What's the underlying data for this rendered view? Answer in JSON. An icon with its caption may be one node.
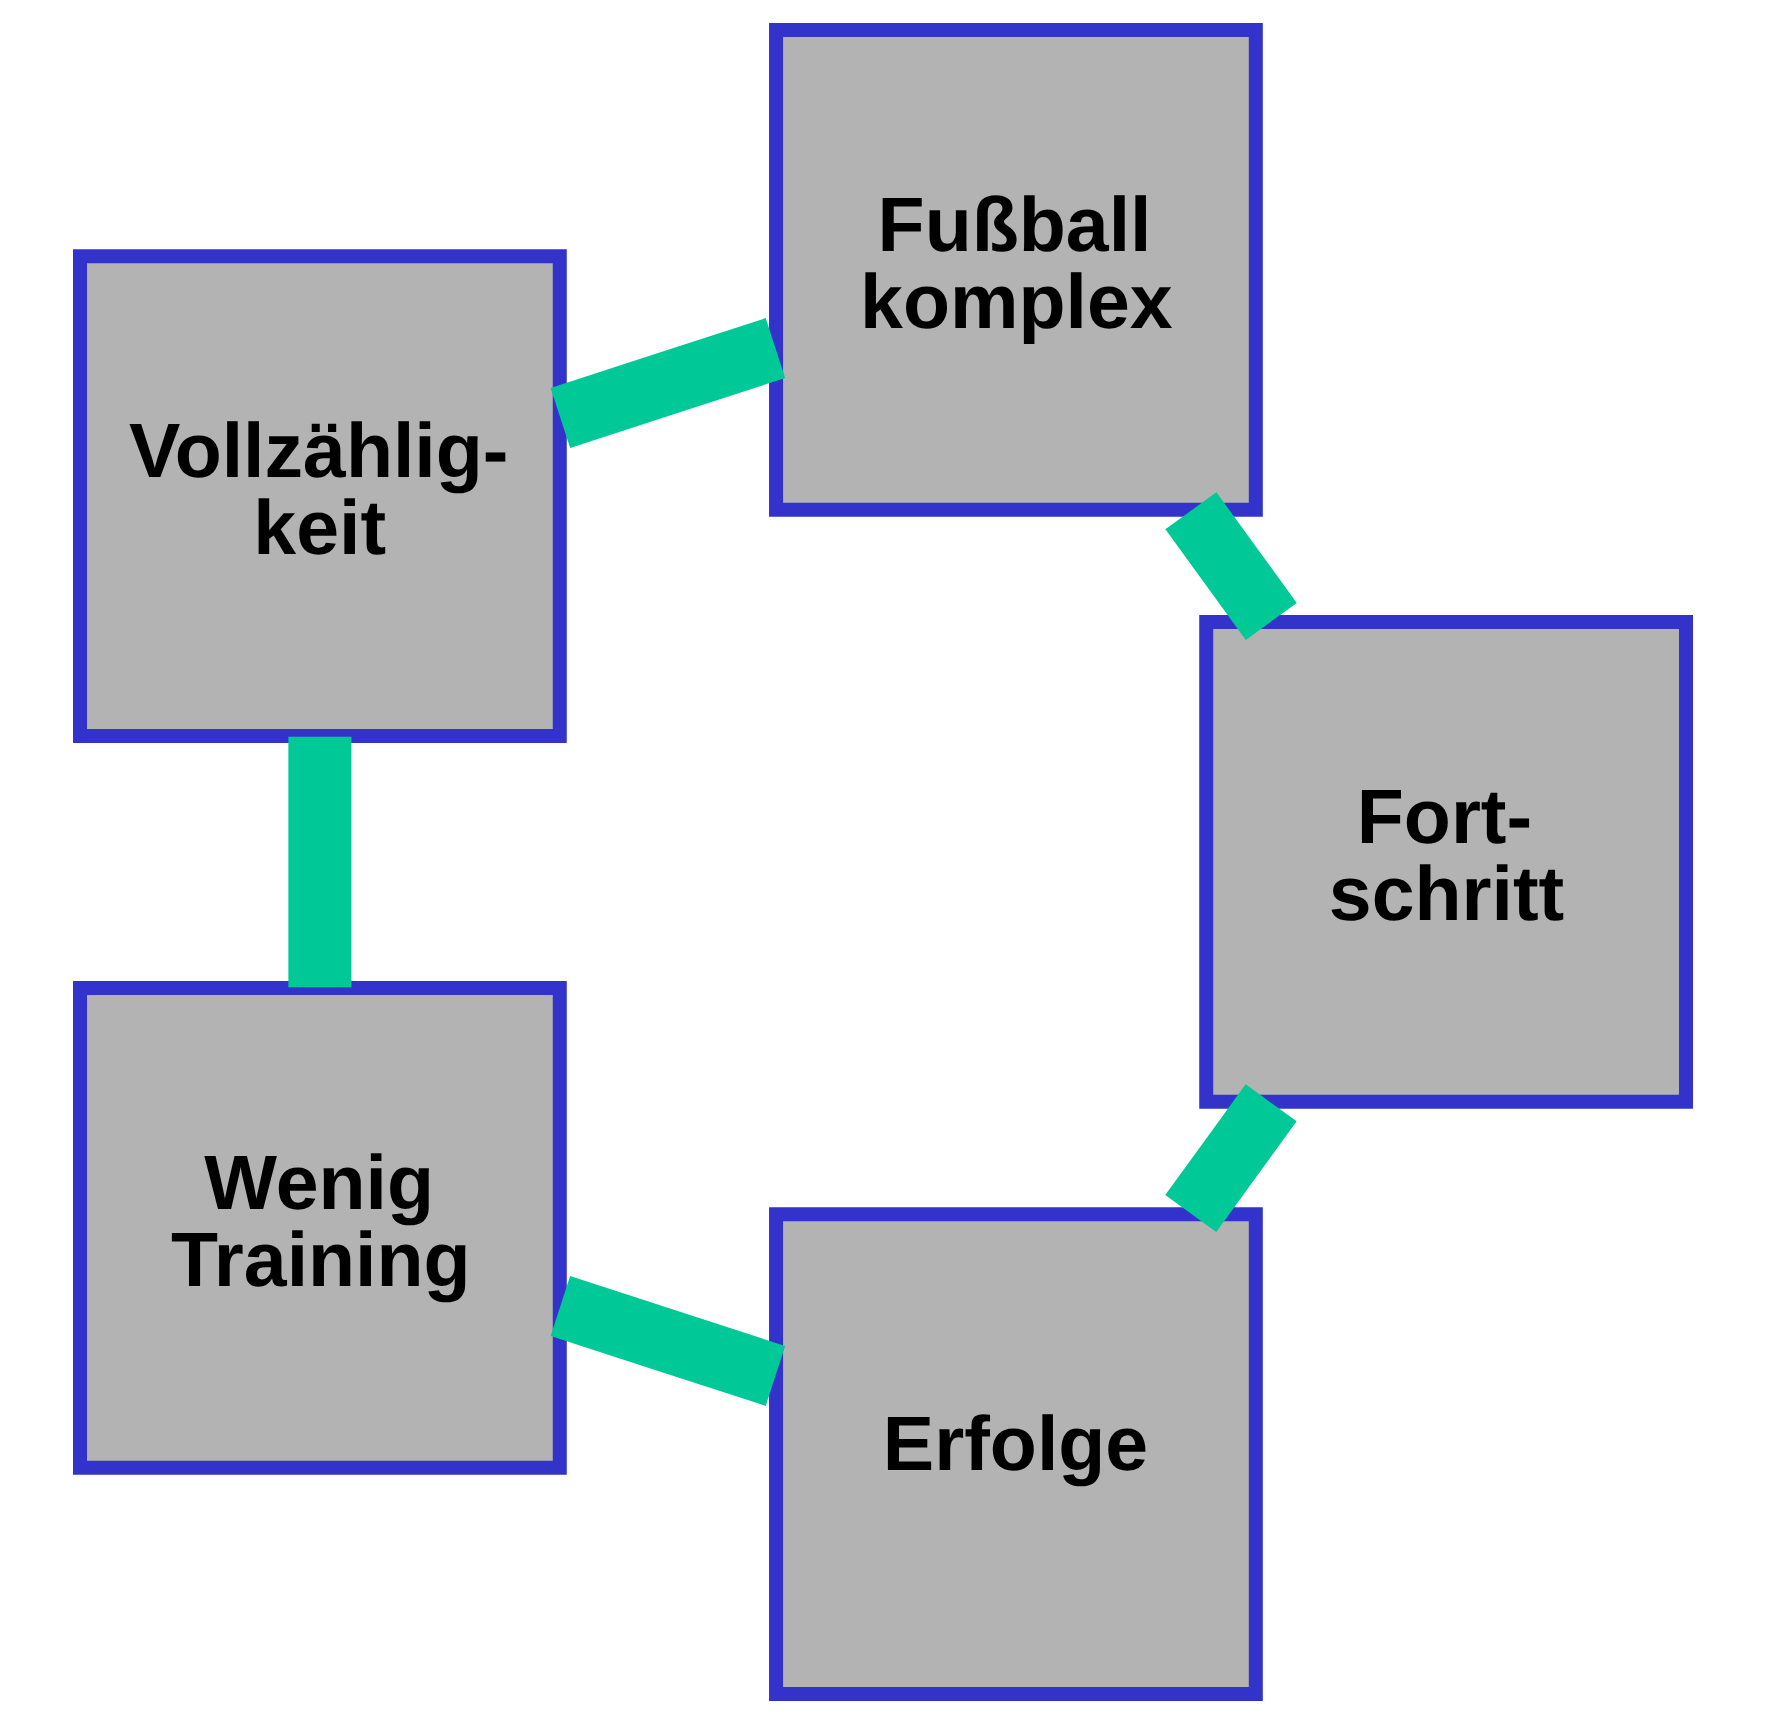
{
  "diagram": {
    "nodes": [
      {
        "text": [
          "Erfolge"
        ]
      },
      {
        "text": [
          "Wenig Training"
        ]
      },
      {
        "text": [
          "Vollzählig- keit"
        ]
      },
      {
        "text": [
          "Fußball komplex"
        ]
      },
      {
        "text": [
          "Fort- schritt"
        ]
      }
    ],
    "edges": [
      {
        "from": 0,
        "to": 1,
        "arrow": "none"
      },
      {
        "from": 1,
        "to": 2,
        "arrow": "none"
      },
      {
        "from": 2,
        "to": 3,
        "arrow": "none"
      },
      {
        "from": 3,
        "to": 4,
        "arrow": "none"
      },
      {
        "from": 4,
        "to": 0,
        "arrow": "none"
      }
    ]
  }
}
